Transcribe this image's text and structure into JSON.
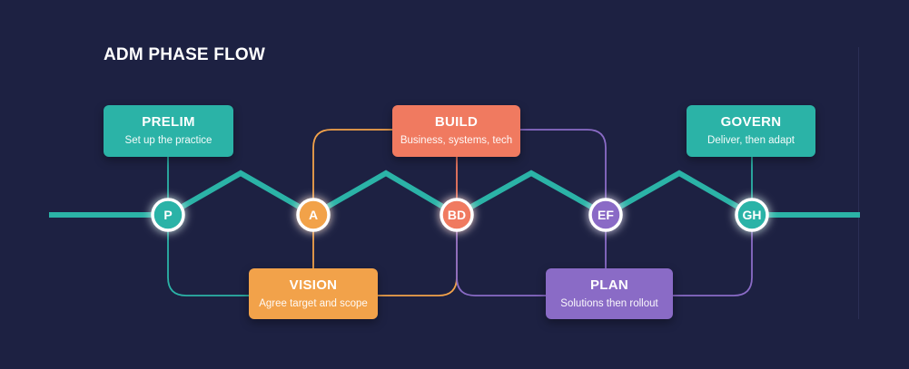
{
  "diagram": {
    "title": "ADM PHASE FLOW",
    "nodes": [
      {
        "id": "p",
        "label": "P"
      },
      {
        "id": "a",
        "label": "A"
      },
      {
        "id": "bd",
        "label": "BD"
      },
      {
        "id": "ef",
        "label": "EF"
      },
      {
        "id": "gh",
        "label": "GH"
      }
    ],
    "cards": [
      {
        "id": "prelim",
        "title": "PRELIM",
        "subtitle": "Set up the practice"
      },
      {
        "id": "vision",
        "title": "VISION",
        "subtitle": "Agree target and scope"
      },
      {
        "id": "build",
        "title": "BUILD",
        "subtitle": "Business, systems, tech"
      },
      {
        "id": "plan",
        "title": "PLAN",
        "subtitle": "Solutions then rollout"
      },
      {
        "id": "govern",
        "title": "GOVERN",
        "subtitle": "Deliver, then adapt"
      }
    ]
  },
  "colors": {
    "background": "#1d2142",
    "teal": "#2bb3a7",
    "orange": "#f2a24a",
    "coral": "#f07a60",
    "purple": "#8a6bc6"
  }
}
